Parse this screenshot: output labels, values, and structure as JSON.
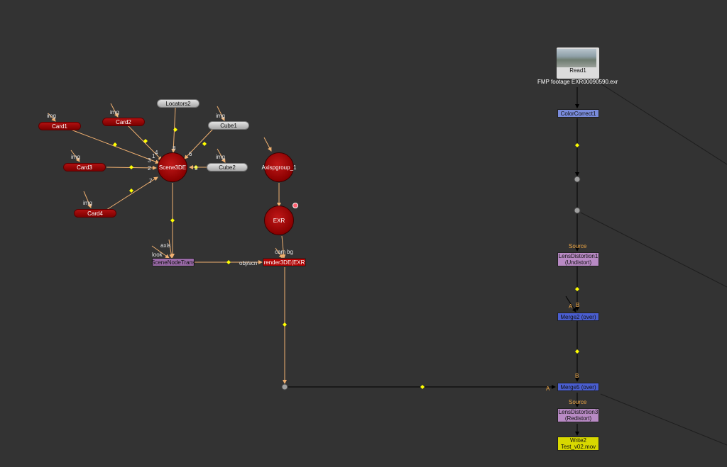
{
  "nodes": {
    "card1": "Card1",
    "card2": "Card2",
    "card3": "Card3",
    "card4": "Card4",
    "locators2": "Locators2",
    "cube1": "Cube1",
    "cube2": "Cube2",
    "scene3de": "Scene3DE",
    "axispgroup": "Axispgroup_1",
    "exr": "EXR",
    "scene_node_trans": "SceneNodeTrans",
    "render3de": "render3DE(EXR",
    "read1_name": "Read1",
    "read1_file": "FMP footage EXR00090590.exr",
    "colorcorrect": "ColorCorrect1",
    "lens1_name": "LensDistortion1",
    "lens1_sub": "(Undistort)",
    "merge2": "Merge2 (over)",
    "merge5": "Merge5 (over)",
    "lens3_name": "LensDistortion3",
    "lens3_sub": "(Redistort)",
    "write2_name": "Write2",
    "write2_file": "Test_v02.mov"
  },
  "labels": {
    "img": "img",
    "axis": "axis",
    "look": "look",
    "cam": "cam",
    "bg": "bg",
    "objscn": "obj/scn",
    "source": "Source",
    "a": "A",
    "b": "B",
    "in1": "1",
    "in2": "2",
    "in3": "3",
    "in4": "4",
    "in5": "5",
    "in6": "6",
    "in7": "7",
    "in8": "8"
  },
  "colors": {
    "background": "#333333",
    "pipe_3d": "#f0b070",
    "pipe_2d": "#000000",
    "dot": "#ffff00"
  }
}
